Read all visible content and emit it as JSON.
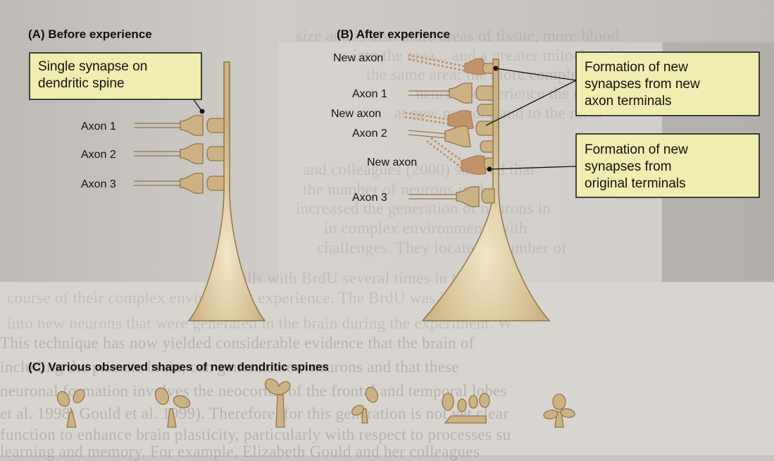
{
  "panels": {
    "a": {
      "title": "(A) Before experience"
    },
    "b": {
      "title": "(B) After experience"
    },
    "c": {
      "title": "(C) Various observed shapes of new dendritic spines"
    }
  },
  "callouts": {
    "single_synapse": [
      "Single synapse on",
      "dendritic spine"
    ],
    "new_terminals": [
      "Formation of new",
      "synapses from new",
      "axon terminals"
    ],
    "original_terminals": [
      "Formation of new",
      "synapses from",
      "original terminals"
    ]
  },
  "axons_a": [
    "Axon 1",
    "Axon 2",
    "Axon 3"
  ],
  "axons_b": {
    "new_axon_1": "New axon",
    "axon_1": "Axon 1",
    "new_axon_2": "New axon",
    "axon_2": "Axon 2",
    "new_axon_3": "New axon",
    "axon_3": "Axon 3"
  },
  "background_text": [
    "size and is also more areas of tissue, more blood",
    "into the area... and a greater mitochondria",
    "the same area; the more complex",
    "neurons experience the extra",
    "at new neurons and to the meta-",
    "and colleagues (2000) showed that",
    "the number of neurons in the",
    "increased the generation of neurons in",
    "in complex environments with",
    "challenges. They located a number of",
    "cells with BrdU several times in the",
    "course of their complex environment experience. The BrdU was incorpo-",
    "into new neurons that were generated in the brain during the experiment. W",
    "This technique has now yielded considerable evidence that the brain of",
    "including the primate brain, can generate new neurons and that these",
    "neuronal formation involves the neocortex of the frontal and temporal lobes",
    "et al. 1998; Gould et al. 1999). Therefore, for this generation is not yet clear",
    "function to enhance brain plasticity, particularly with respect to processes su",
    "learning and memory. For example, Elizabeth Gould and her colleagues"
  ],
  "colors": {
    "neuron_fill": "#cdb384",
    "neuron_stroke": "#8f7547",
    "new_terminal": "#c2926a",
    "callout_fill": "#f1ecaf",
    "text": "#111111"
  }
}
